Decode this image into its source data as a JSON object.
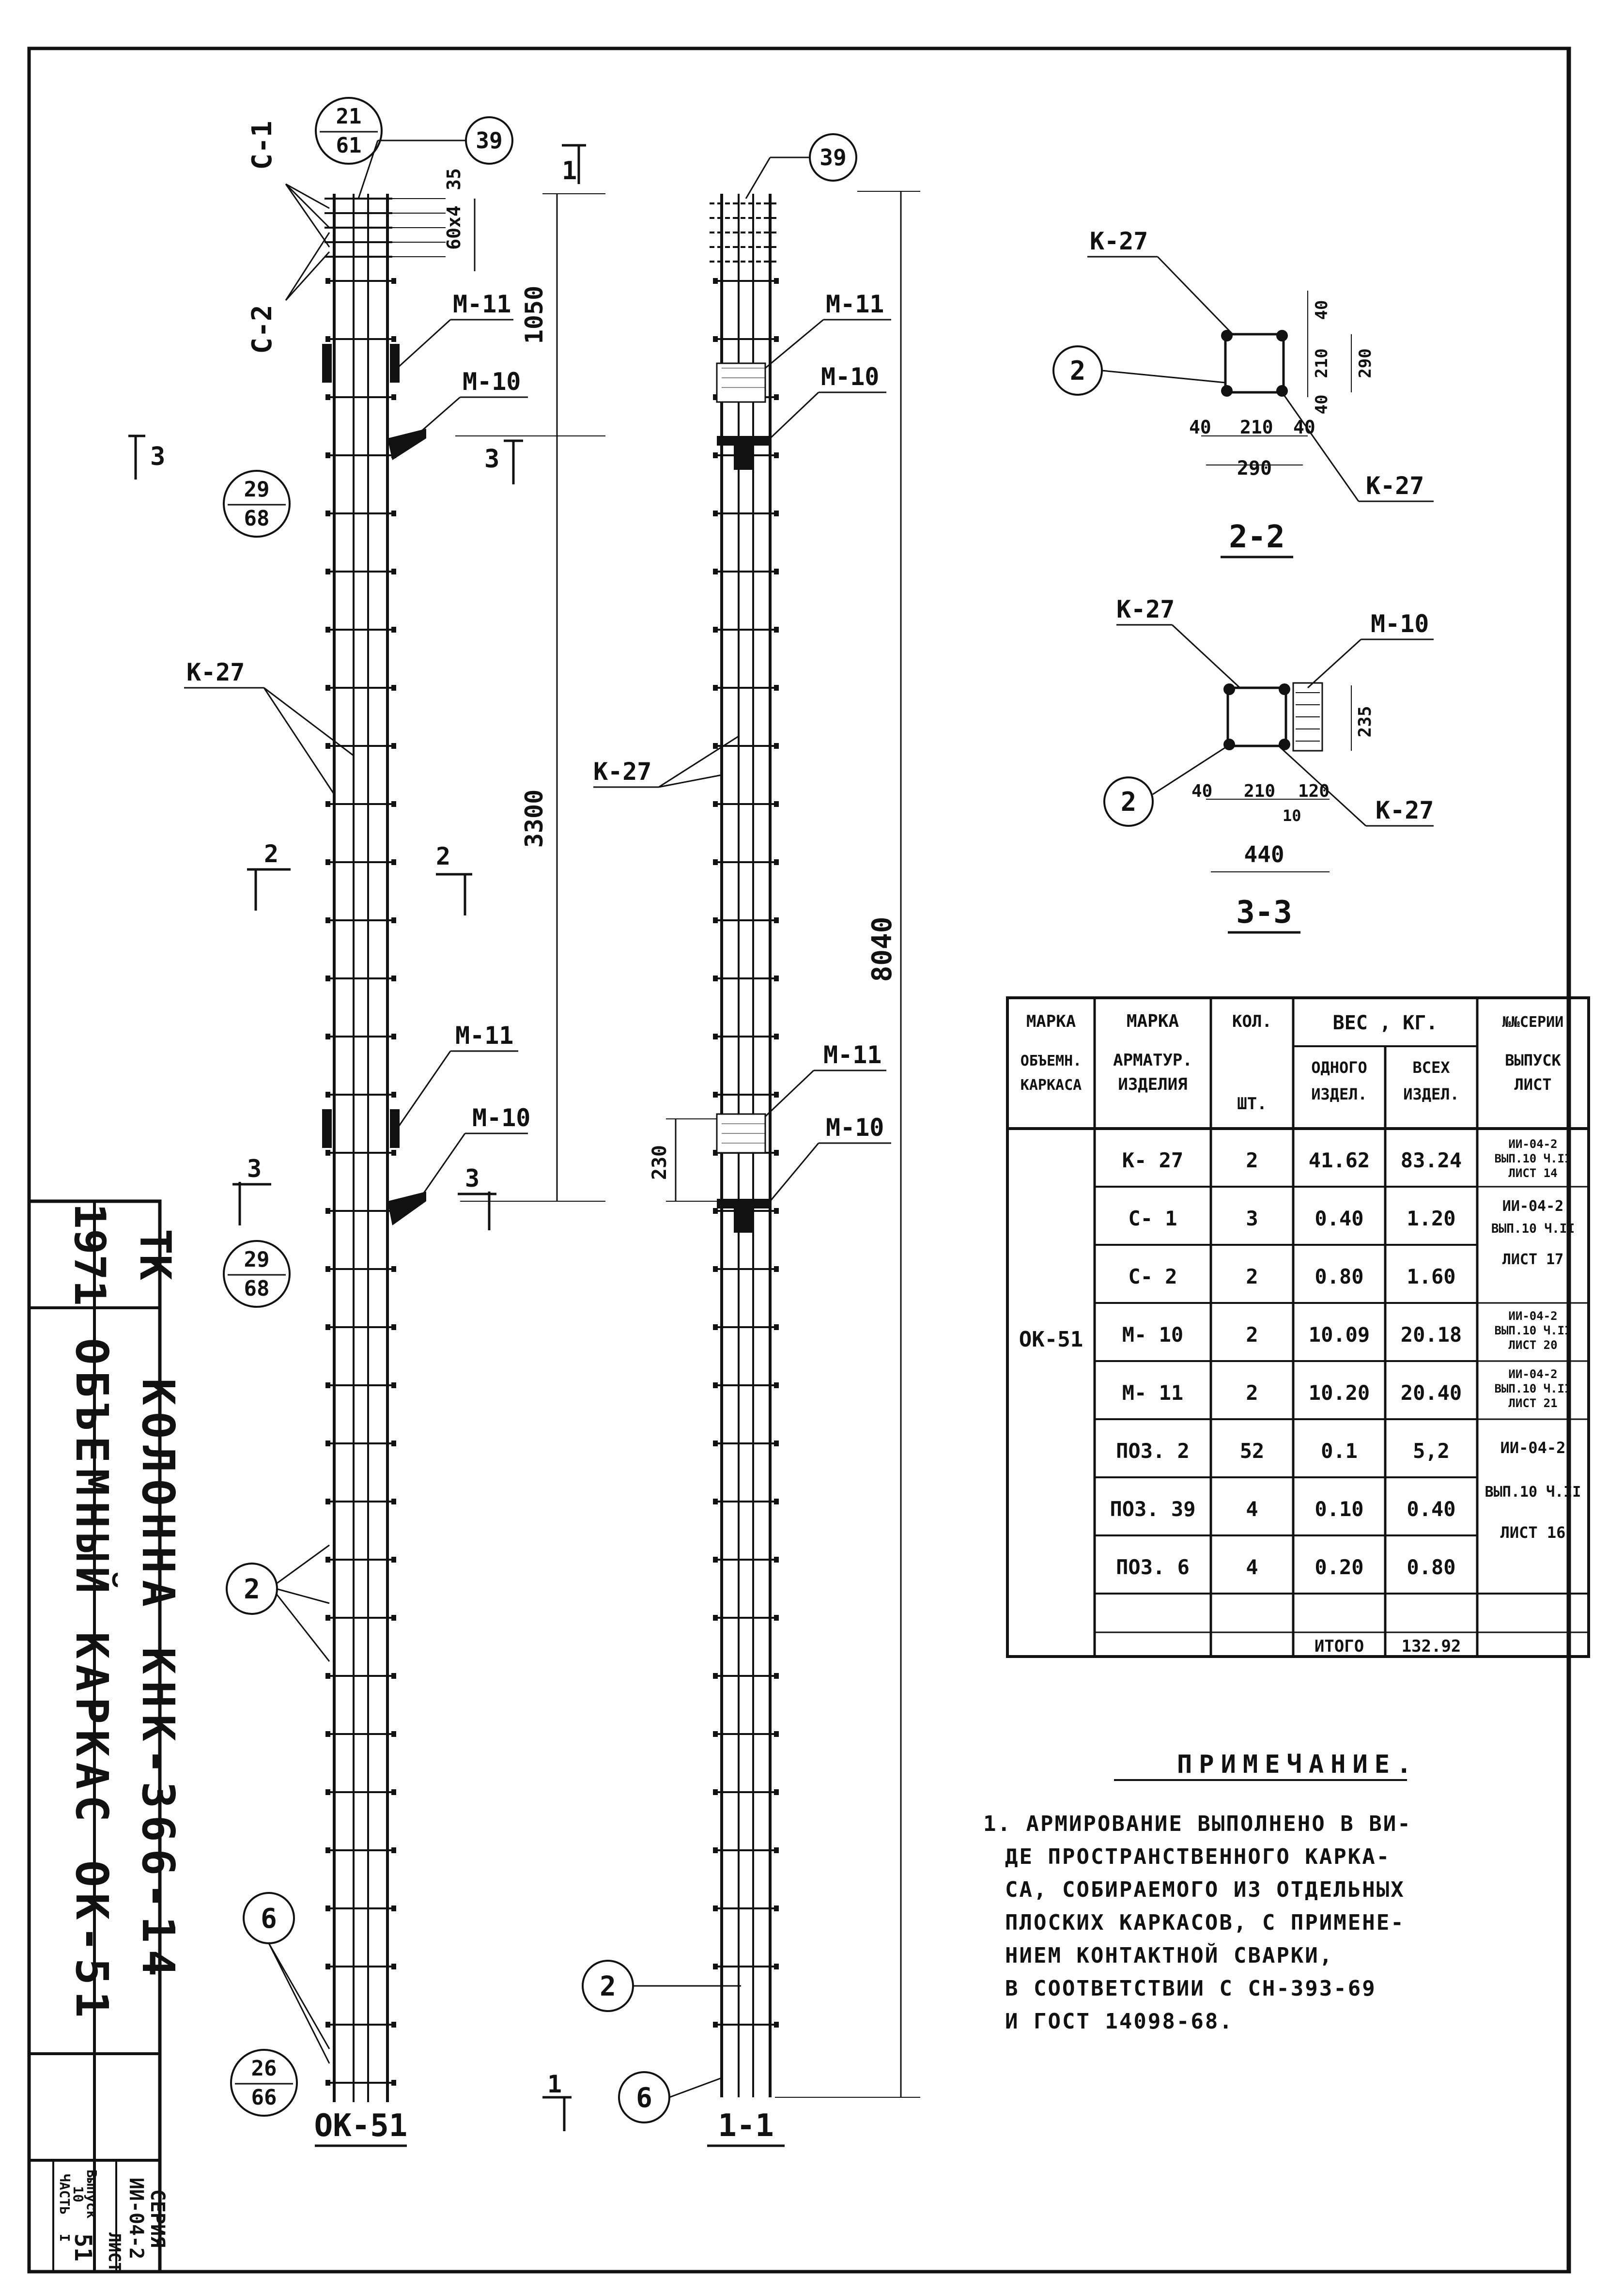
{
  "title_block": {
    "year": "1971",
    "org": "ТК",
    "name": "КОЛОННА  КНК-366-14",
    "subtitle": "ОБЪЕМНЫЙ  КАРКАС  ОК-51",
    "series_label": "СЕРИЯ",
    "series_value": "ИИ-04-2",
    "issue_label": "Выпуск",
    "issue_value": "10",
    "part_label": "ЧАСТЬ",
    "part_value": "I",
    "sheet_label": "ЛИСТ",
    "sheet_value": "51"
  },
  "left_view": {
    "caption": "ОК-51",
    "bubble_top_num": "21",
    "bubble_top_den": "61",
    "bubble_mid_num": "29",
    "bubble_mid_den": "68",
    "bubble_low_num": "29",
    "bubble_low_den": "68",
    "bubble_bot_num": "26",
    "bubble_bot_den": "66",
    "callout_39": "39",
    "callout_2": "2",
    "callout_6": "6",
    "label_c1": "С-1",
    "label_c2": "С-2",
    "label_m11_top": "М-11",
    "label_m10_top": "М-10",
    "label_m11_low": "М-11",
    "label_m10_low": "М-10",
    "label_k27": "К-27",
    "dim_35": "35",
    "dim_60x4": "60x4",
    "dim_1050": "1050",
    "dim_3300": "3300",
    "sec_1_top": "1",
    "sec_1_bot": "1",
    "sec_3": "3",
    "sec_2": "2"
  },
  "right_view": {
    "caption": "1-1",
    "callout_39": "39",
    "callout_2": "2",
    "callout_6": "6",
    "label_m11_top": "М-11",
    "label_m10_top": "М-10",
    "label_m11_low": "М-11",
    "label_m10_low": "М-10",
    "label_k27": "К-27",
    "dim_8040": "8040",
    "dim_230": "230"
  },
  "section_2_2": {
    "caption": "2-2",
    "label_k27_top": "К-27",
    "label_k27_bot": "К-27",
    "callout": "2",
    "dim_40_a": "40",
    "dim_210_a": "210",
    "dim_40_b": "40",
    "dim_290_h": "290",
    "dim_40_c": "40",
    "dim_210_b": "210",
    "dim_40_d": "40",
    "dim_290_w": "290"
  },
  "section_3_3": {
    "caption": "3-3",
    "label_k27_top": "К-27",
    "label_m10": "М-10",
    "label_k27_bot": "К-27",
    "callout": "2",
    "dim_235": "235",
    "dim_40": "40",
    "dim_210": "210",
    "dim_120": "120",
    "dim_10": "10",
    "dim_440": "440"
  },
  "spec_table": {
    "headers": {
      "c1": [
        "МАРКА",
        "ОБЪЕМН.",
        "КАРКАСА"
      ],
      "c2": [
        "МАРКА",
        "АРМАТУР.",
        "ИЗДЕЛИЯ"
      ],
      "c3": [
        "КОЛ.",
        "",
        "ШТ."
      ],
      "c45_top": "ВЕС , КГ.",
      "c4": [
        "ОДНОГО",
        "ИЗДЕЛ."
      ],
      "c5": [
        "ВСЕХ",
        "ИЗДЕЛ."
      ],
      "c6": [
        "№№СЕРИИ",
        "ВЫПУСК",
        "ЛИСТ"
      ]
    },
    "frame_mark": "ОК-51",
    "rows": [
      {
        "mark": "К- 27",
        "qty": "2",
        "one": "41.62",
        "all": "83.24"
      },
      {
        "mark": "С- 1",
        "qty": "3",
        "one": "0.40",
        "all": "1.20"
      },
      {
        "mark": "С- 2",
        "qty": "2",
        "one": "0.80",
        "all": "1.60"
      },
      {
        "mark": "М- 10",
        "qty": "2",
        "one": "10.09",
        "all": "20.18"
      },
      {
        "mark": "М- 11",
        "qty": "2",
        "one": "10.20",
        "all": "20.40"
      },
      {
        "mark": "ПОЗ. 2",
        "qty": "52",
        "one": "0.1",
        "all": "5,2"
      },
      {
        "mark": "ПОЗ. 39",
        "qty": "4",
        "one": "0.10",
        "all": "0.40"
      },
      {
        "mark": "ПОЗ. 6",
        "qty": "4",
        "one": "0.20",
        "all": "0.80"
      },
      {
        "mark": "",
        "qty": "",
        "one": "",
        "all": ""
      },
      {
        "mark": "",
        "qty": "",
        "one": "ИТОГО",
        "all": "132.92"
      }
    ],
    "refs": [
      [
        "ИИ-04-2",
        "ВЫП.10 Ч.II",
        "ЛИСТ 14"
      ],
      [
        "ИИ-04-2",
        "ВЫП.10 Ч.II",
        "ЛИСТ 17"
      ],
      [
        "ИИ-04-2",
        "ВЫП.10 Ч.II",
        "ЛИСТ 20"
      ],
      [
        "ИИ-04-2",
        "ВЫП.10 Ч.II",
        "ЛИСТ 21"
      ],
      [
        "ИИ-04-2",
        "ВЫП.10 Ч.II",
        "ЛИСТ 16"
      ]
    ]
  },
  "note": {
    "title": "ПРИМЕЧАНИЕ.",
    "lines": [
      "1. АРМИРОВАНИЕ  ВЫПОЛНЕНО  В  ВИ-",
      "ДЕ  ПРОСТРАНСТВЕННОГО  КАРКА-",
      "СА, СОБИРАЕМОГО  ИЗ  ОТДЕЛЬНЫХ",
      "ПЛОСКИХ  КАРКАСОВ, С  ПРИМЕНЕ-",
      "НИЕМ   КОНТАКТНОЙ   СВАРКИ,",
      "В СООТВЕТСТВИИ  С  СН-393-69",
      "И  ГОСТ  14098-68."
    ]
  }
}
